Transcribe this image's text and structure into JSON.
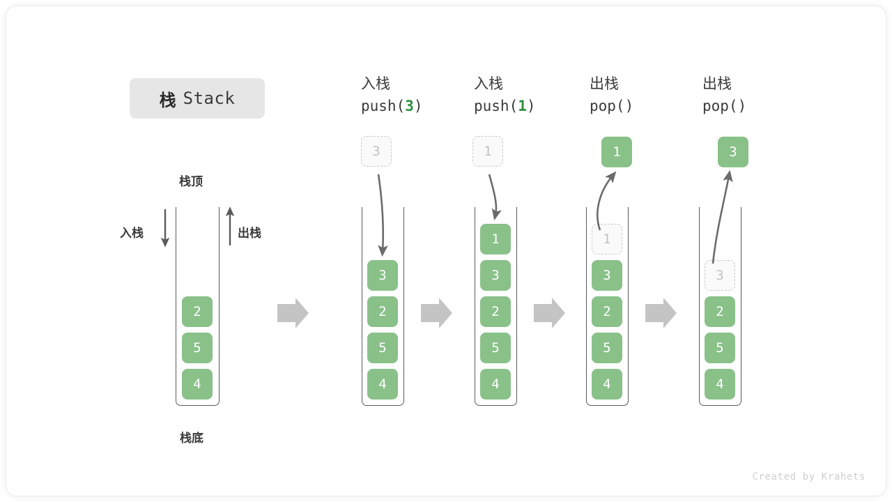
{
  "title": {
    "cjk": "栈",
    "latin": "Stack"
  },
  "labels": {
    "top": "栈顶",
    "bottom": "栈底",
    "push": "入栈",
    "pop": "出栈"
  },
  "footer": "Created by Krahets",
  "colors": {
    "element_green": "#89c189",
    "ghost_border": "#c9c9c9",
    "ghost_text": "#c2c2c2",
    "stack_outline": "#5a5a5a",
    "step_arrow": "#c4c4c4",
    "motion_arrow": "#6b6b6b",
    "badge_bg": "#e6e6e6",
    "code_number": "#2f8f3e"
  },
  "columns": [
    {
      "id": "initial",
      "head_cjk": "",
      "head_code": "",
      "head_code_num": "",
      "floating": null,
      "stack": [
        "2",
        "5",
        "4"
      ],
      "ghost_top": null,
      "side_labels": {
        "left": "入栈",
        "right": "出栈"
      }
    },
    {
      "id": "push-3",
      "head_cjk": "入栈",
      "head_code_prefix": "push(",
      "head_code_num": "3",
      "head_code_suffix": ")",
      "floating": {
        "value": "3",
        "style": "ghost"
      },
      "stack": [
        "3",
        "2",
        "5",
        "4"
      ],
      "ghost_top": null
    },
    {
      "id": "push-1",
      "head_cjk": "入栈",
      "head_code_prefix": "push(",
      "head_code_num": "1",
      "head_code_suffix": ")",
      "floating": {
        "value": "1",
        "style": "ghost"
      },
      "stack": [
        "1",
        "3",
        "2",
        "5",
        "4"
      ],
      "ghost_top": null
    },
    {
      "id": "pop-1",
      "head_cjk": "出栈",
      "head_code_prefix": "pop(",
      "head_code_num": "",
      "head_code_suffix": ")",
      "floating": {
        "value": "1",
        "style": "solid"
      },
      "stack": [
        "3",
        "2",
        "5",
        "4"
      ],
      "ghost_top": "1"
    },
    {
      "id": "pop-3",
      "head_cjk": "出栈",
      "head_code_prefix": "pop(",
      "head_code_num": "",
      "head_code_suffix": ")",
      "floating": {
        "value": "3",
        "style": "solid"
      },
      "stack": [
        "2",
        "5",
        "4"
      ],
      "ghost_top": "3"
    }
  ],
  "step_arrows": 4
}
